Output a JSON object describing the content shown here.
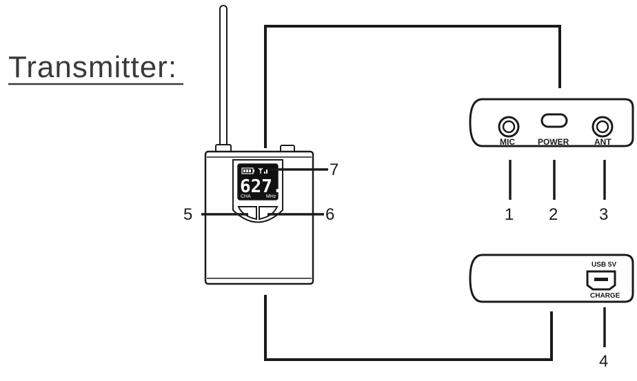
{
  "title": "Transmitter:",
  "lcd": {
    "frequency": "627.3",
    "channel": "CHA",
    "unit": "MHz"
  },
  "callouts": {
    "mic": "1",
    "power": "2",
    "ant": "3",
    "charge": "4",
    "left_button": "5",
    "right_button": "6",
    "display": "7"
  },
  "top_panel": {
    "mic_label": "MIC",
    "power_label": "POWER",
    "ant_label": "ANT"
  },
  "side_panel": {
    "usb_label": "USB 5V",
    "charge_label": "CHARGE"
  },
  "colors": {
    "line": "#1a1a1a",
    "device_fill": "#ffffff",
    "lcd_bg": "#111111"
  }
}
